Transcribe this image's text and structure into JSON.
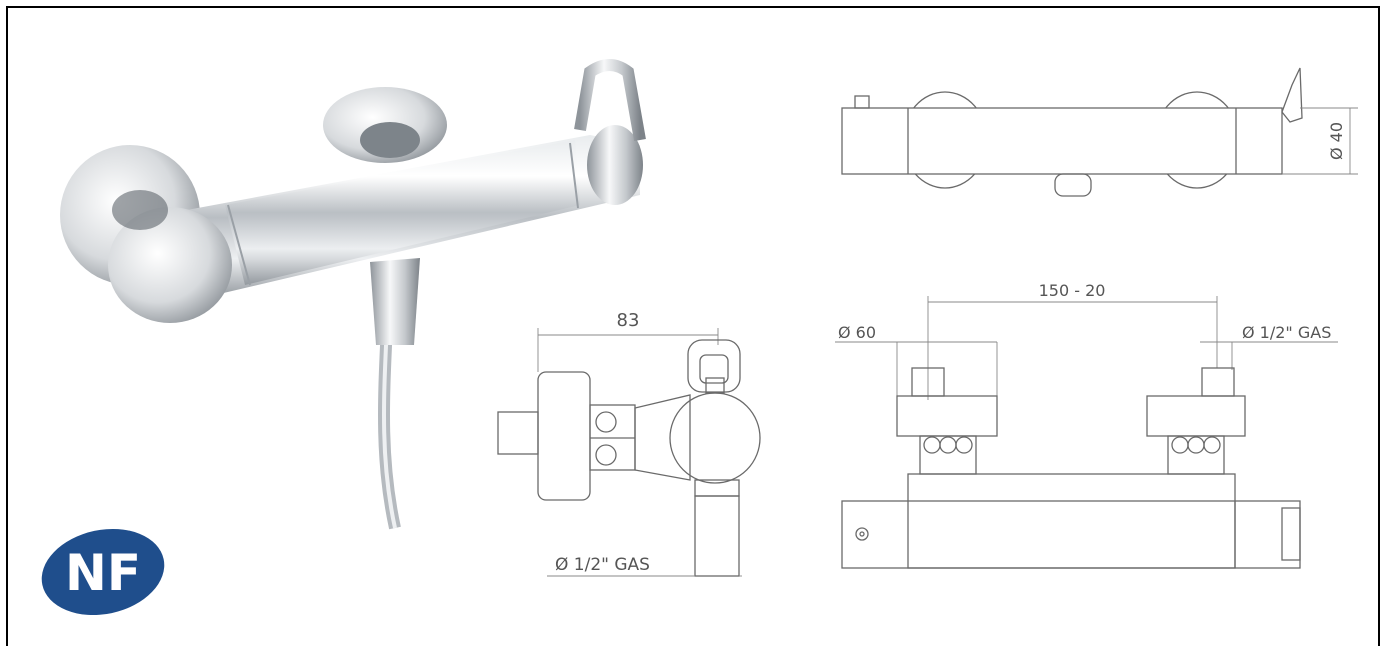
{
  "logo": {
    "text": "NF",
    "color": "#1f4e8c"
  },
  "front_view": {
    "dimension_label": "Ø 40"
  },
  "side_view": {
    "width_label": "83",
    "outlet_label": "Ø 1/2\" GAS"
  },
  "top_view": {
    "spacing_label": "150 - 20",
    "diameter_label": "Ø 60",
    "inlet_label": "Ø 1/2\" GAS"
  },
  "colors": {
    "line": "#6a6a6a",
    "chrome_dark": "#9aa0a6",
    "chrome_light": "#f4f5f6"
  }
}
